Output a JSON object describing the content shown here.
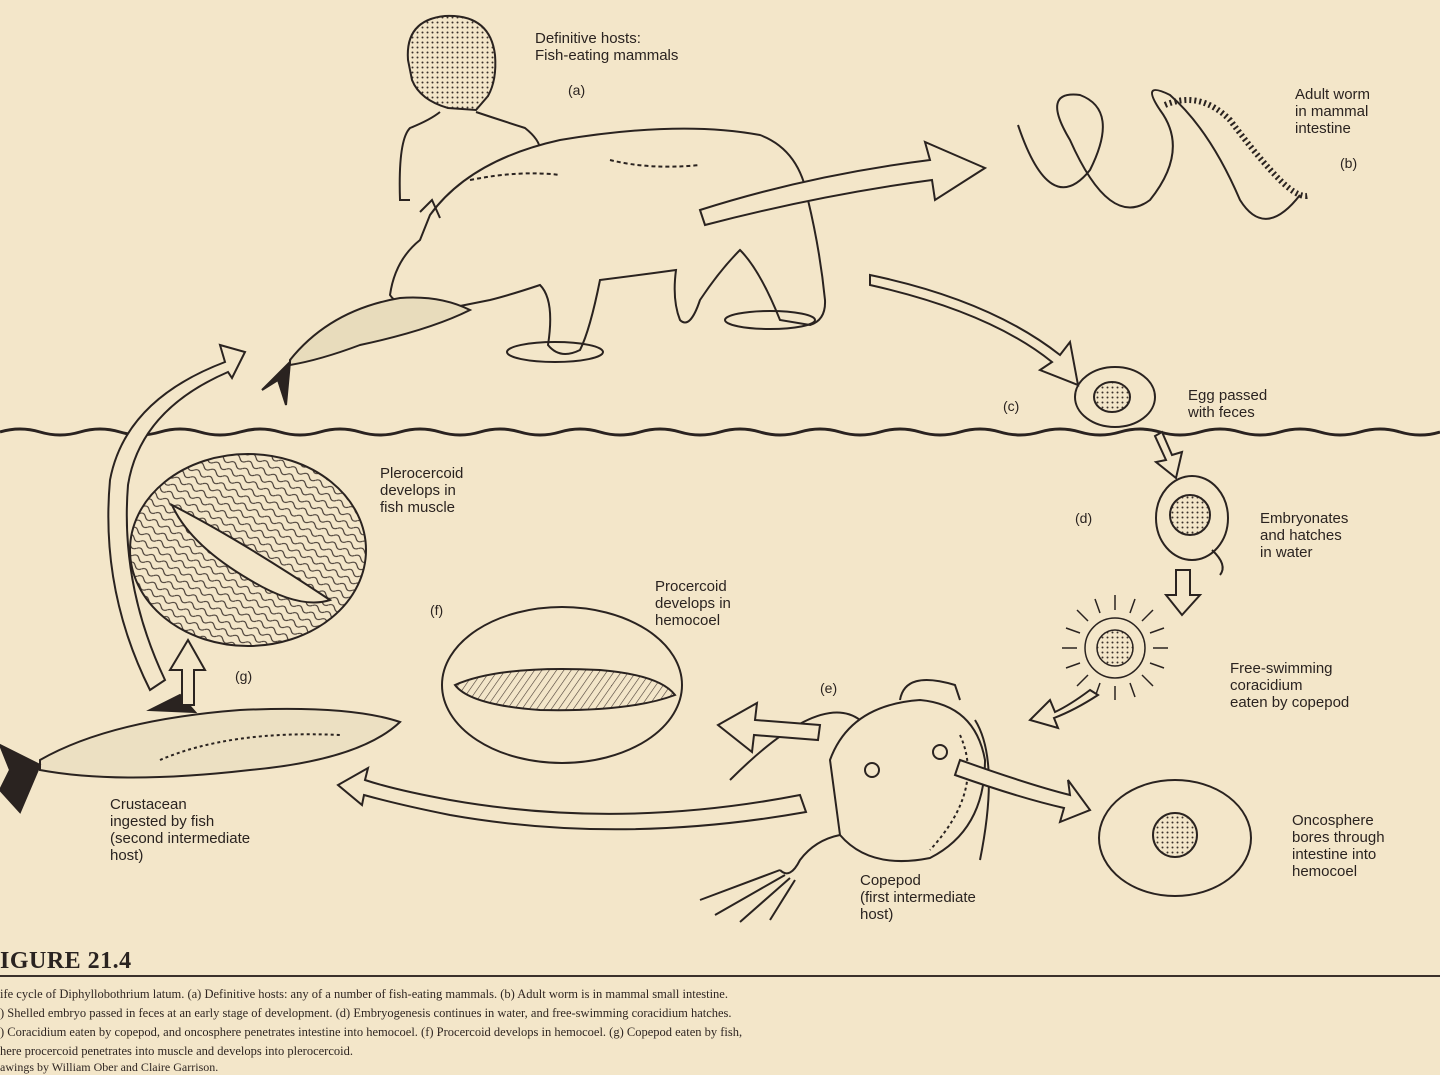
{
  "labels": {
    "definitive_hosts": "Definitive hosts:\nFish-eating mammals",
    "adult_worm": "Adult worm\nin mammal\nintestine",
    "egg_passed": "Egg passed\nwith feces",
    "embryonates": "Embryonates\nand hatches\nin water",
    "coracidium": "Free-swimming\ncoracidium\neaten by copepod",
    "oncosphere": "Oncosphere\nbores through\nintestine into\nhemocoel",
    "copepod": "Copepod\n(first intermediate\nhost)",
    "procercoid": "Procercoid\ndevelops in\nhemocoel",
    "plerocercoid": "Plerocercoid\ndevelops in\nfish muscle",
    "crustacean": "Crustacean\ningested by fish\n(second intermediate\nhost)"
  },
  "tags": {
    "a": "(a)",
    "b": "(b)",
    "c": "(c)",
    "d": "(d)",
    "e": "(e)",
    "f": "(f)",
    "g": "(g)"
  },
  "figure": {
    "title": "IGURE 21.4",
    "caption_lines": [
      "ife cycle of Diphyllobothrium latum. (a) Definitive hosts: any of a number of fish-eating mammals. (b) Adult worm is in mammal small intestine.",
      ") Shelled embryo passed in feces at an early stage of development. (d) Embryogenesis continues in water, and free-swimming coracidium hatches.",
      ") Coracidium eaten by copepod, and oncosphere penetrates intestine into hemocoel. (f) Procercoid develops in hemocoel. (g) Copepod eaten by fish,",
      "here procercoid penetrates into muscle and develops into plerocercoid."
    ],
    "credit": "awings by William Ober and Claire Garrison."
  },
  "colors": {
    "background": "#f3e6c9",
    "ink": "#2a2320"
  }
}
